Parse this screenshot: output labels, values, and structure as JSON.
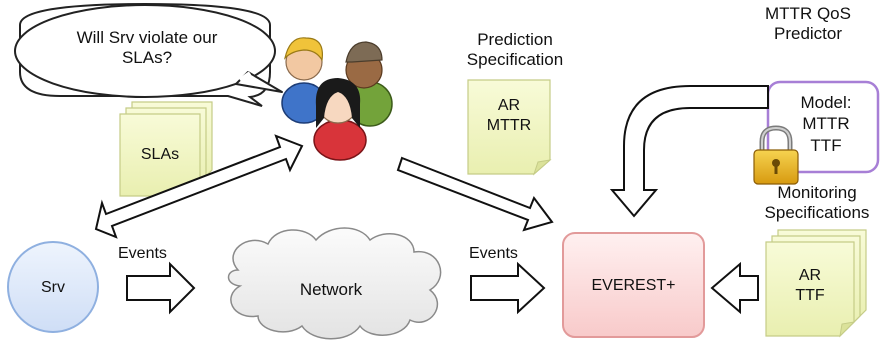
{
  "speech_bubble": {
    "text": "Will Srv violate our\nSLAs?"
  },
  "slas_doc": {
    "label": "SLAs"
  },
  "prediction_spec": {
    "title": "Prediction\nSpecification",
    "doc_text": "AR\nMTTR"
  },
  "mttr_predictor": {
    "title": "MTTR QoS\nPredictor",
    "model_text": "Model:\nMTTR\nTTF"
  },
  "monitoring_spec": {
    "title": "Monitoring\nSpecifications",
    "doc_text": "AR\nTTF"
  },
  "srv_node": {
    "label": "Srv"
  },
  "network_node": {
    "label": "Network"
  },
  "everest_node": {
    "label": "EVEREST+"
  },
  "edges": {
    "srv_events_label": "Events",
    "network_events_label": "Events"
  },
  "icons": [
    "user-group-icon",
    "document-stack-icon",
    "lock-icon"
  ],
  "colors": {
    "note_fill": "#f3f7c6",
    "note_stroke": "#c5cc87",
    "srv_fill": "#dde9fb",
    "srv_stroke": "#8fb0e0",
    "everest_fill": "#fde0e0",
    "everest_stroke": "#e29a9a",
    "predictor_stroke": "#a77fd6",
    "cloud_fill": "#f2f2f2"
  }
}
